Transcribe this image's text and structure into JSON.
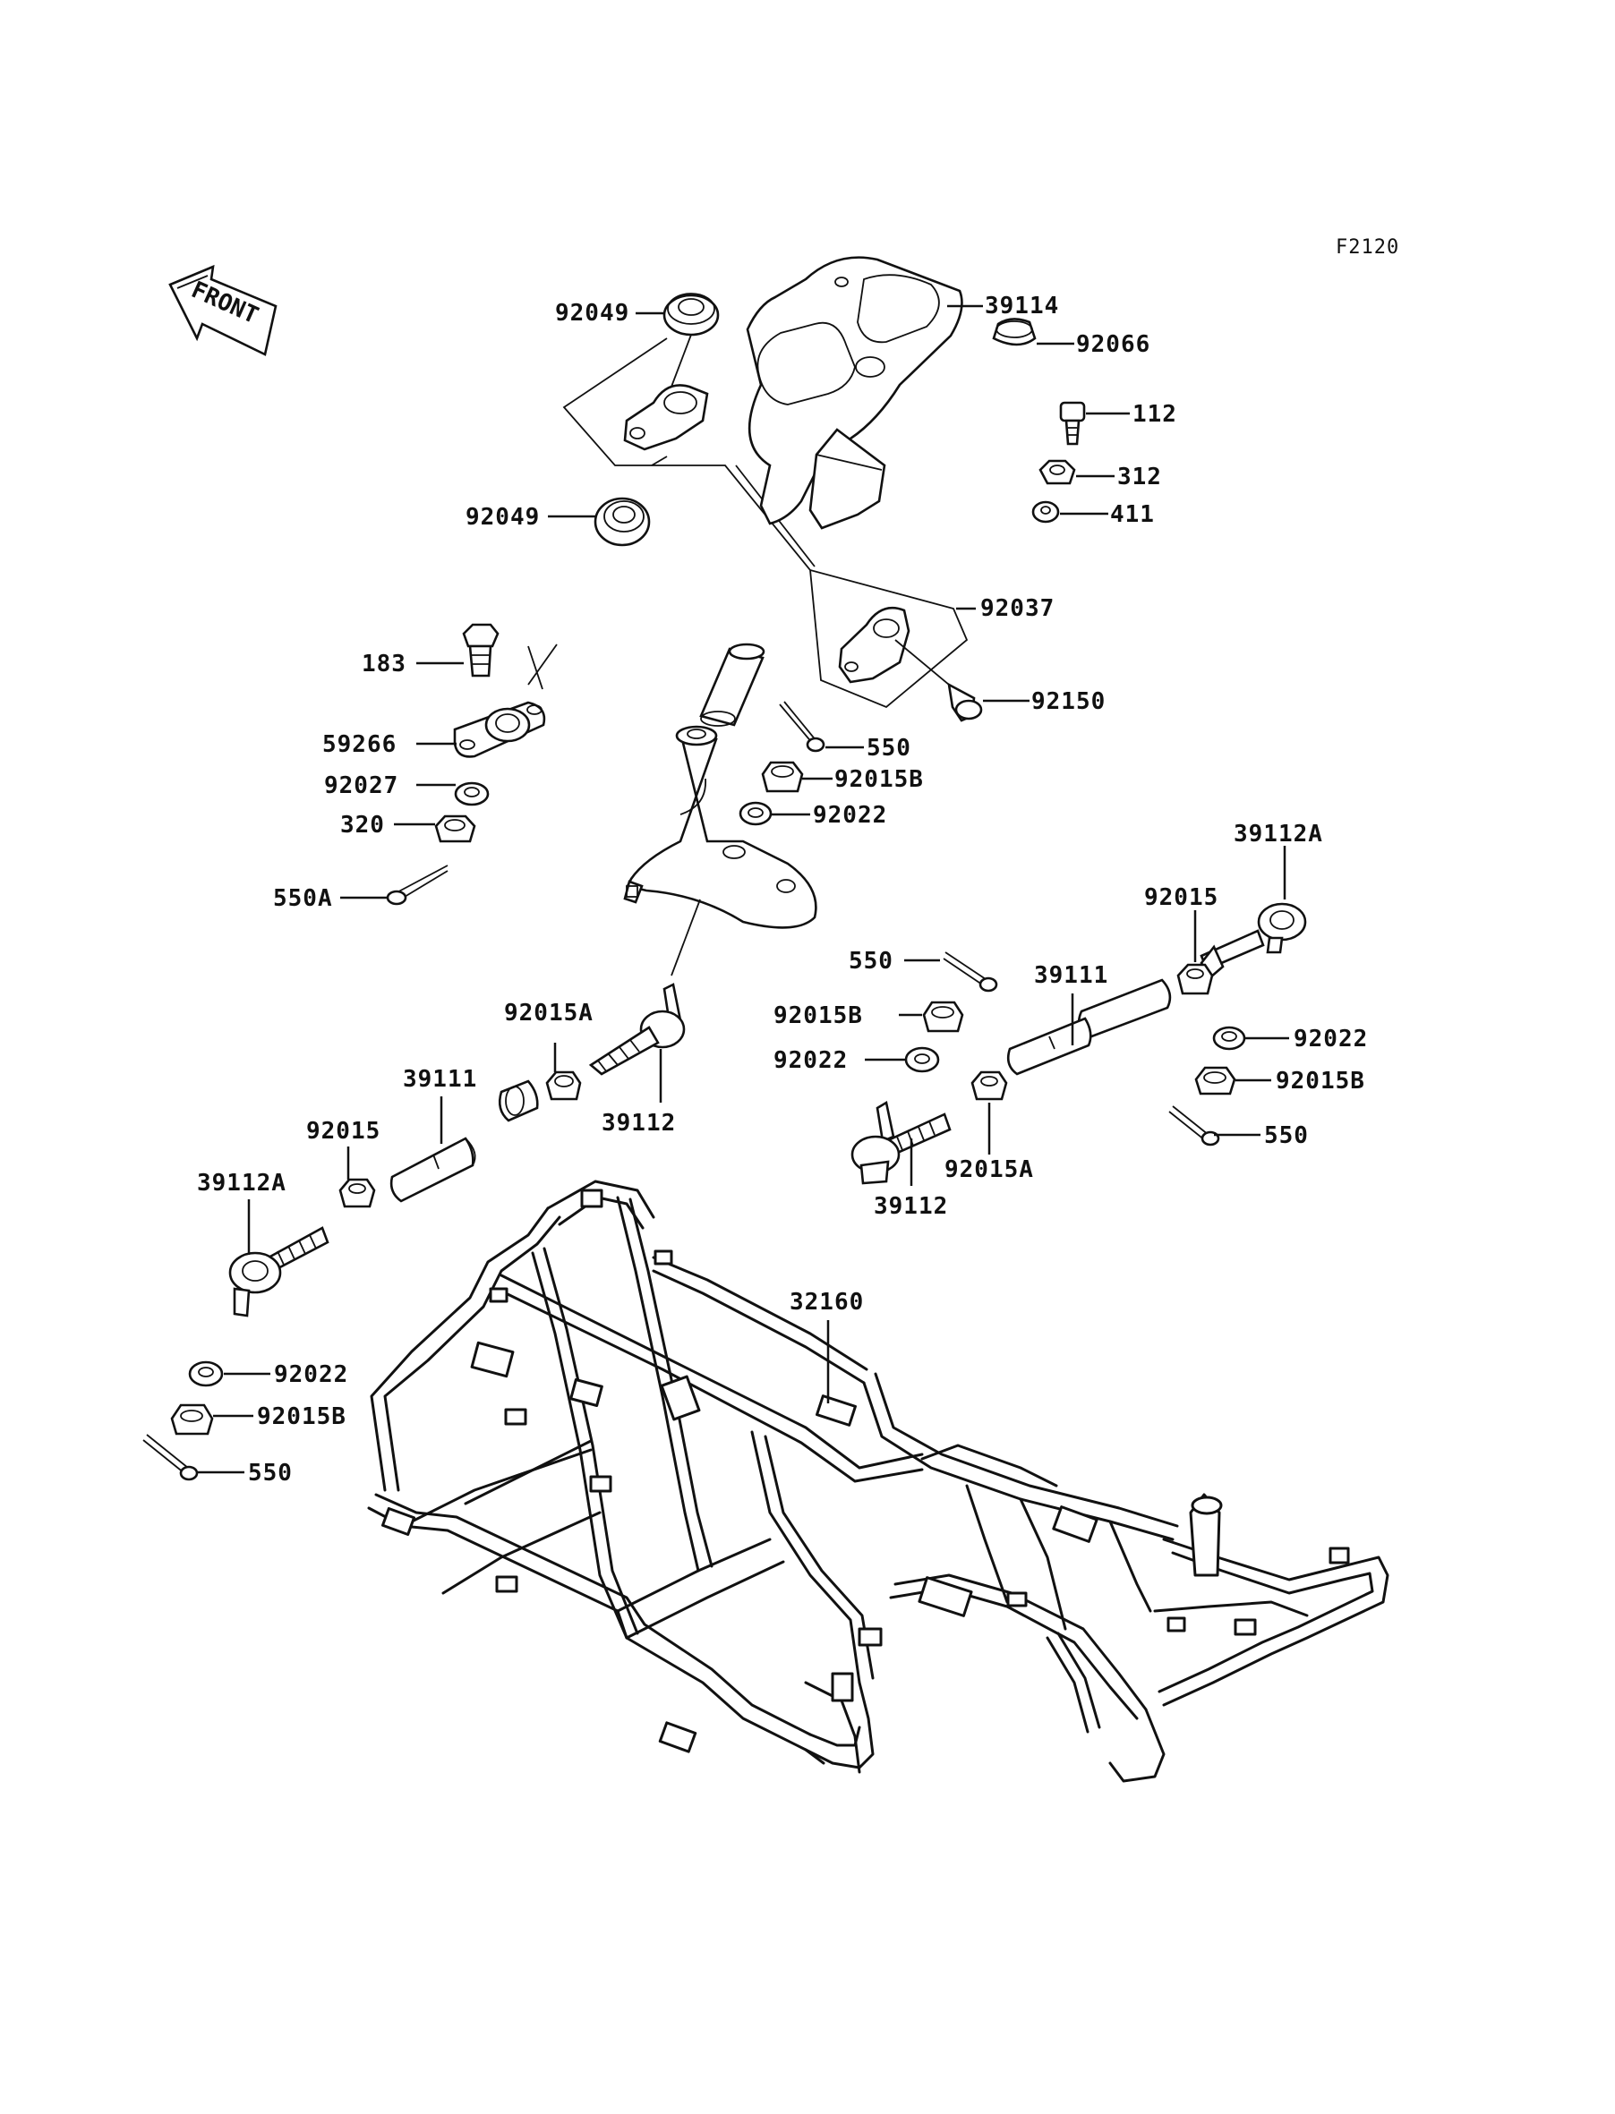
{
  "figure_code": "F2120",
  "front_arrow_label": "FRONT",
  "labels": {
    "l92049_top": "92049",
    "l39114": "39114",
    "l92066": "92066",
    "l112": "112",
    "l312": "312",
    "l411": "411",
    "l92049_mid": "92049",
    "l92037": "92037",
    "l92150": "92150",
    "l183": "183",
    "l59266": "59266",
    "l92027": "92027",
    "l320": "320",
    "l550A": "550A",
    "l550_top": "550",
    "l92015B_top": "92015B",
    "l92022_top": "92022",
    "l39112A_right": "39112A",
    "l92015_right": "92015",
    "l550_mid": "550",
    "l39111_right": "39111",
    "l92015B_mid": "92015B",
    "l92022_mid": "92022",
    "l92022_right": "92022",
    "l92015B_right": "92015B",
    "l550_right": "550",
    "l92015A_right": "92015A",
    "l39112_right": "39112",
    "l92015A_left": "92015A",
    "l39111_left": "39111",
    "l39112_left": "39112",
    "l92015_left": "92015",
    "l39112A_left": "39112A",
    "l32160": "32160",
    "l92022_bottom": "92022",
    "l92015B_bottom": "92015B",
    "l550_bottom": "550"
  }
}
